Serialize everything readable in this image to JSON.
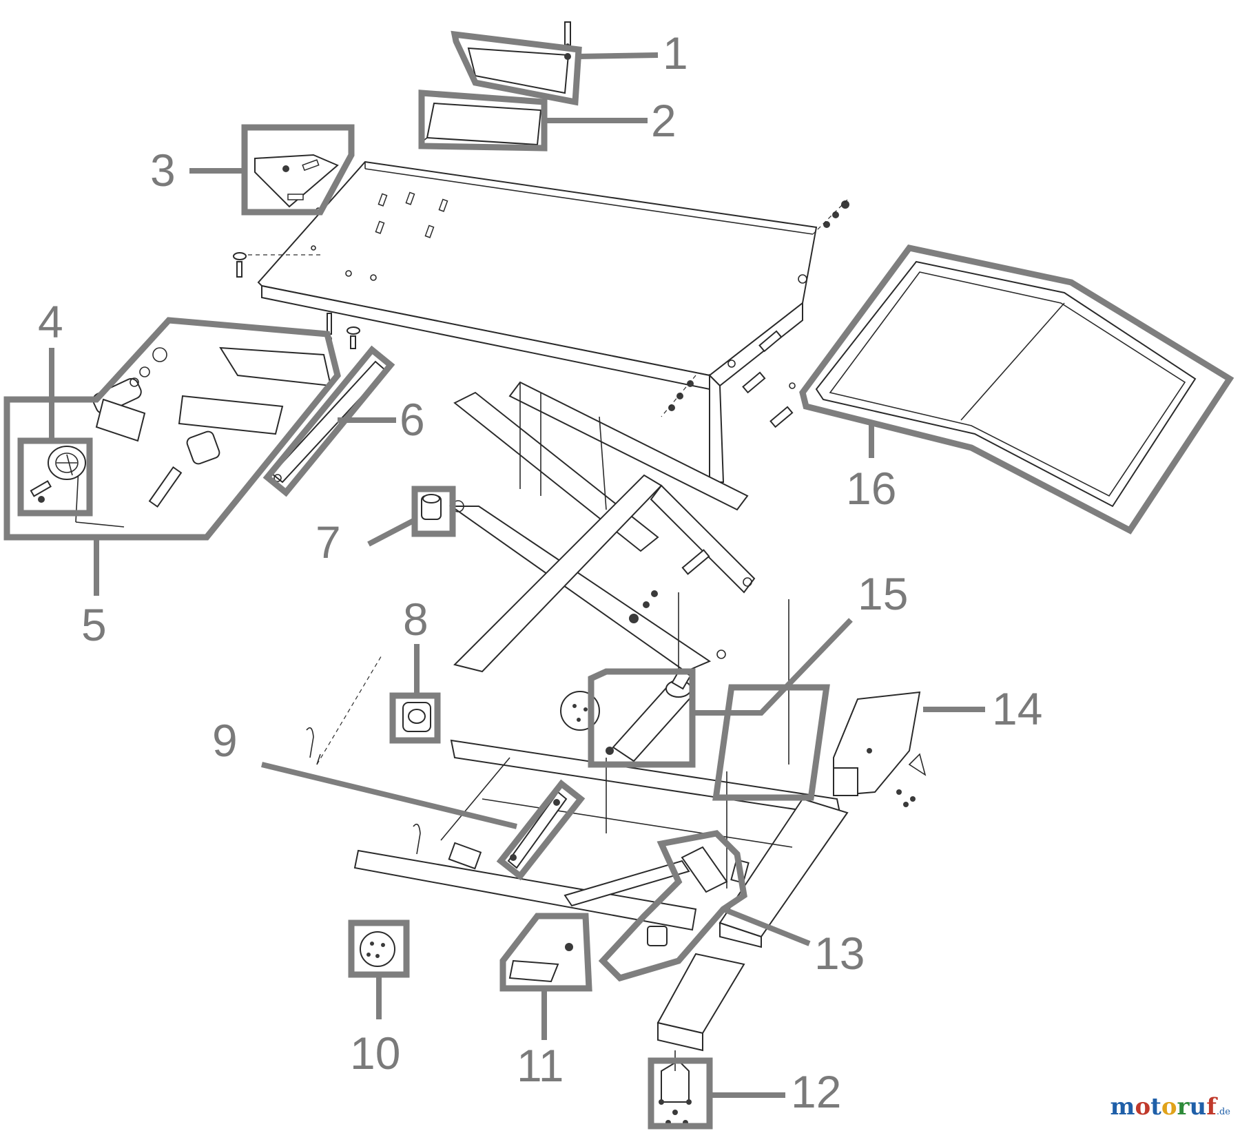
{
  "callouts": {
    "c1": "1",
    "c2": "2",
    "c3": "3",
    "c4": "4",
    "c5": "5",
    "c6": "6",
    "c7": "7",
    "c8": "8",
    "c9": "9",
    "c10": "10",
    "c11": "11",
    "c12": "12",
    "c13": "13",
    "c14": "14",
    "c15": "15",
    "c16": "16"
  },
  "watermark": {
    "letters": [
      "m",
      "o",
      "t",
      "o",
      "r",
      "u",
      "f"
    ],
    "letter_colors": [
      "#1f5fa8",
      "#c0392b",
      "#1f5fa8",
      "#e0a21a",
      "#2e8b3a",
      "#1f5fa8",
      "#c0392b"
    ],
    "tld": ".de"
  },
  "colors": {
    "box": "#7e7e7e",
    "number": "#7a7a7a",
    "line": "#2a2a2a",
    "background": "#ffffff"
  }
}
